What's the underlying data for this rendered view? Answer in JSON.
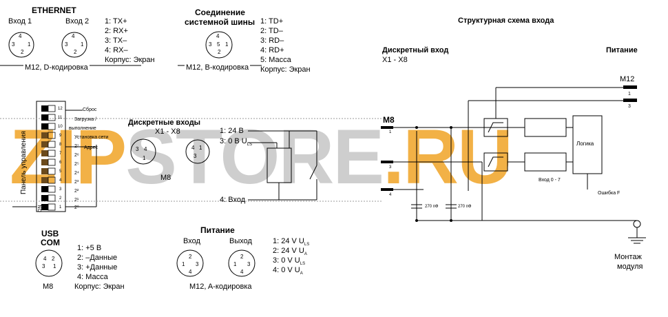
{
  "ethernet": {
    "title": "ETHERNET",
    "input1": "Вход 1",
    "input2": "Вход 2",
    "pins": [
      "1: TX+",
      "2: RX+",
      "3: TX–",
      "4: RX–",
      "Корпус: Экран"
    ],
    "connector": "M12, D-кодировка",
    "pin_numbers": [
      "4",
      "3",
      "1",
      "2"
    ]
  },
  "bus": {
    "title_line1": "Соединение",
    "title_line2": "системной шины",
    "pins": [
      "1: TD+",
      "2: TD–",
      "3: RD–",
      "4: RD+",
      "5: Масса",
      "Корпус: Экран"
    ],
    "connector": "M12, B-кодировка",
    "pin_numbers": [
      "4",
      "3",
      "5",
      "1",
      "2"
    ]
  },
  "structure": {
    "title": "Структурная схема входа",
    "discrete_input": "Дискретный вход",
    "x_range": "X1 - X8",
    "power": "Питание",
    "m12": "M12",
    "pin1": "1",
    "pin3": "3",
    "m8": "M8",
    "m8_pin1": "1",
    "m8_pin3": "3",
    "m8_pin4": "4",
    "logic": "Логика",
    "input_range": "Вход 0 - 7",
    "error": "Ошибка F",
    "cap1": "270 пФ",
    "cap2": "270 пФ",
    "mount_line1": "Монтаж",
    "mount_line2": "модуля"
  },
  "control_panel": {
    "label": "Панель управления",
    "on": "ON",
    "switch_numbers": [
      "12",
      "11",
      "10",
      "9",
      "8",
      "7",
      "6",
      "5",
      "4",
      "3",
      "2",
      "1"
    ],
    "reset": "Сброс",
    "load_1": "Загрузка /",
    "load_2": "выполнение",
    "network": "Установка сети",
    "addr_bits": [
      "2⁷",
      "2⁶",
      "2⁵",
      "2⁴",
      "2³",
      "2²",
      "2¹",
      "2⁰"
    ],
    "address": "Адрес"
  },
  "discrete_inputs": {
    "title": "Дискретные входы",
    "x_range": "X1 - X8",
    "m8": "M8",
    "pin1": "1: 24 В",
    "pin3_main": "3: 0 В U",
    "pin3_sub": "LS",
    "pin4": "4: Вход",
    "pin_numbers_a": [
      "3",
      "4",
      "1"
    ],
    "pin_numbers_b": [
      "4",
      "1",
      "3"
    ]
  },
  "usb": {
    "title1": "USB",
    "title2": "COM",
    "pins": [
      "1: +5 В",
      "2: –Данные",
      "3: +Данные",
      "4: Масса"
    ],
    "housing": "Корпус: Экран",
    "connector": "M8",
    "pin_numbers": [
      "4",
      "2",
      "3",
      "1"
    ]
  },
  "power": {
    "title": "Питание",
    "input": "Вход",
    "output": "Выход",
    "connector": "M12, A-кодировка",
    "pins_main": [
      "1: 24 V U",
      "2: 24 V U",
      "3: 0 V U",
      "4: 0 V U"
    ],
    "pins_sub": [
      "LS",
      "A",
      "LS",
      "A"
    ],
    "in_pin_numbers": [
      "2",
      "1",
      "3",
      "4"
    ],
    "out_pin_numbers": [
      "2",
      "1",
      "3",
      "4"
    ]
  },
  "watermark": {
    "part1": "ZIP",
    "part2": "STORE",
    "part3": ".RU"
  },
  "colors": {
    "watermark_orange": "#f0a11e",
    "watermark_gray": "#c4c4c4"
  }
}
